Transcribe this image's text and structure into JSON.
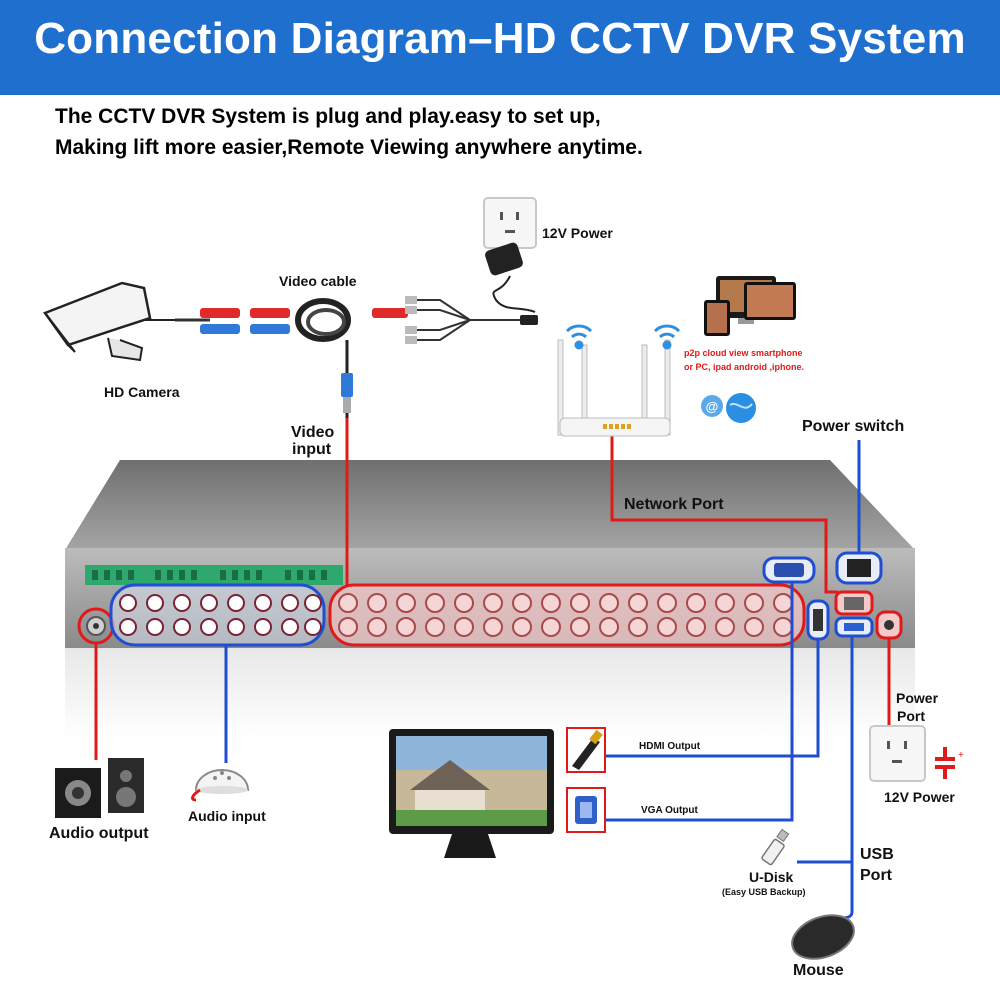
{
  "title": "Connection Diagram–HD CCTV DVR System",
  "intro": {
    "line1": "The CCTV DVR System is plug and play.easy to set up,",
    "line2": "Making lift more easier,Remote Viewing anywhere anytime."
  },
  "labels": {
    "power_12v_top": "12V Power",
    "video_cable": "Video cable",
    "hd_camera": "HD Camera",
    "video_input_1": "Video",
    "video_input_2": "input",
    "p2p_1": "p2p cloud  view smartphone",
    "p2p_2": "or PC, ipad android ,iphone.",
    "power_switch": "Power switch",
    "network_port": "Network Port",
    "power_port_1": "Power",
    "power_port_2": "Port",
    "power_12v_bottom": "12V Power",
    "hdmi_output": "HDMI Output",
    "vga_output": "VGA Output",
    "audio_output": "Audio output",
    "audio_input": "Audio input",
    "u_disk": "U-Disk",
    "u_disk_sub": "(Easy USB Backup)",
    "usb_port_1": "USB",
    "usb_port_2": "Port",
    "mouse": "Mouse"
  },
  "colors": {
    "banner": "#1f6fce",
    "red_line": "#e01a1a",
    "blue_line": "#1f4fd0"
  }
}
